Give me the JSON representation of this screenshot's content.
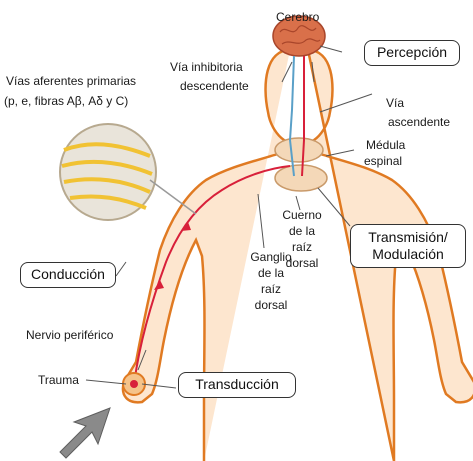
{
  "labels": {
    "cerebro": "Cerebro",
    "via_inhibitoria_1": "Vía inhibitoria",
    "via_inhibitoria_2": "descendente",
    "via_ascendente_1": "Vía",
    "via_ascendente_2": "ascendente",
    "vias_aferentes_1": "Vías aferentes primarias",
    "vias_aferentes_2": "(p, e, fibras Aβ, Aδ y C)",
    "medula_1": "Médula",
    "medula_2": "espinal",
    "cuerno_1": "Cuerno",
    "cuerno_2": "de la",
    "cuerno_3": "raíz",
    "cuerno_4": "dorsal",
    "ganglio_1": "Ganglio",
    "ganglio_2": "de la",
    "ganglio_3": "raíz",
    "ganglio_4": "dorsal",
    "nervio": "Nervio periférico",
    "trauma": "Trauma"
  },
  "boxes": {
    "percepcion": "Percepción",
    "transmision_1": "Transmisión/",
    "transmision_2": "Modulación",
    "conduccion": "Conducción",
    "transduccion": "Transducción"
  },
  "colors": {
    "skin": "#f5a14f",
    "skin_outline": "#e07a22",
    "brain": "#d9704a",
    "nerve": "#d8203a",
    "arrow": "#8a8a8a"
  }
}
